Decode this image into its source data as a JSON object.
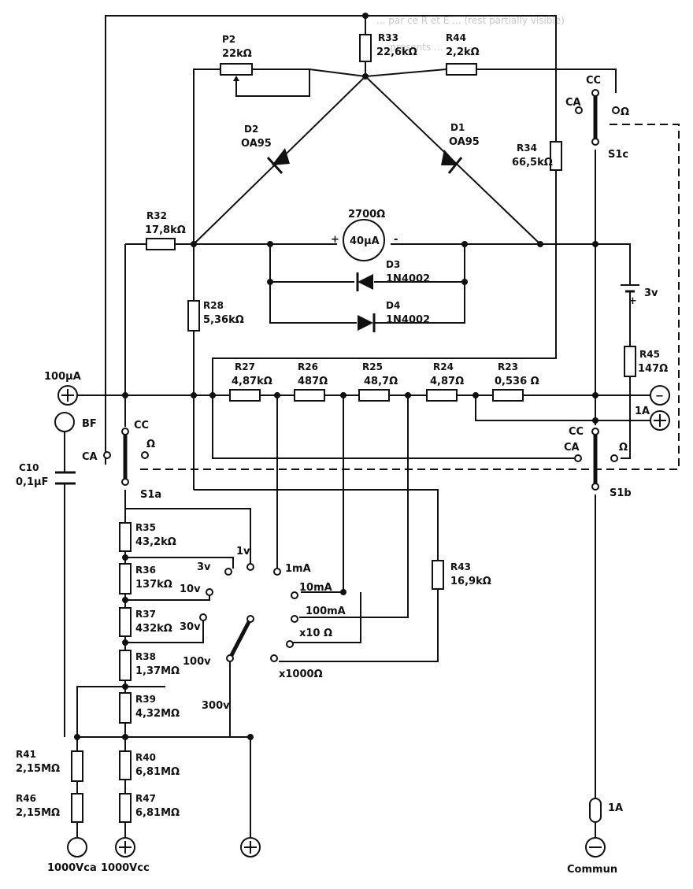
{
  "header_faded_text": [
    "... par ce R et E ... (rest partially visible)",
    "... presents ..."
  ],
  "resistors": {
    "R33": {
      "name": "R33",
      "value": "22,6kΩ"
    },
    "R44": {
      "name": "R44",
      "value": "2,2kΩ"
    },
    "P2": {
      "name": "P2",
      "value": "22kΩ"
    },
    "R34": {
      "name": "R34",
      "value": "66,5kΩ"
    },
    "R32": {
      "name": "R32",
      "value": "17,8kΩ"
    },
    "R28": {
      "name": "R28",
      "value": "5,36kΩ"
    },
    "R45": {
      "name": "R45",
      "value": "147Ω"
    },
    "R27": {
      "name": "R27",
      "value": "4,87kΩ"
    },
    "R26": {
      "name": "R26",
      "value": "487Ω"
    },
    "R25": {
      "name": "R25",
      "value": "48,7Ω"
    },
    "R24": {
      "name": "R24",
      "value": "4,87Ω"
    },
    "R23": {
      "name": "R23",
      "value": "0,536 Ω"
    },
    "R35": {
      "name": "R35",
      "value": "43,2kΩ"
    },
    "R36": {
      "name": "R36",
      "value": "137kΩ"
    },
    "R37": {
      "name": "R37",
      "value": "432kΩ"
    },
    "R38": {
      "name": "R38",
      "value": "1,37MΩ"
    },
    "R39": {
      "name": "R39",
      "value": "4,32MΩ"
    },
    "R40": {
      "name": "R40",
      "value": "6,81MΩ"
    },
    "R47": {
      "name": "R47",
      "value": "6,81MΩ"
    },
    "R41": {
      "name": "R41",
      "value": "2,15MΩ"
    },
    "R46": {
      "name": "R46",
      "value": "2,15MΩ"
    },
    "R43": {
      "name": "R43",
      "value": "16,9kΩ"
    }
  },
  "diodes": {
    "D2": {
      "name": "D2",
      "type": "OA95"
    },
    "D1": {
      "name": "D1",
      "type": "OA95"
    },
    "D3": {
      "name": "D3",
      "type": "1N4002"
    },
    "D4": {
      "name": "D4",
      "type": "1N4002"
    }
  },
  "meter": {
    "resistance": "2700Ω",
    "label": "40µA",
    "plus": "+",
    "minus": "-"
  },
  "capacitor": {
    "name": "C10",
    "value": "0,1µF"
  },
  "battery": {
    "label": "3v",
    "plus": "+"
  },
  "fuse": {
    "label": "1A"
  },
  "switches": {
    "S1a": {
      "name": "S1a",
      "cc": "CC",
      "ca": "CA",
      "ohm": "Ω"
    },
    "S1b": {
      "name": "S1b",
      "cc": "CC",
      "ca": "CA",
      "ohm": "Ω"
    },
    "S1c": {
      "name": "S1c",
      "cc": "CC",
      "ca": "CA",
      "ohm": "Ω"
    }
  },
  "terminals": {
    "t100uA": "100µA",
    "bf": "BF",
    "minus_sym": "−",
    "t1A": "1A",
    "t1000vca": "1000Vca",
    "t1000vcc": "1000Vcc",
    "commun": "Commun"
  },
  "range_labels": {
    "r1v": "1v",
    "r3v": "3v",
    "r10v": "10v",
    "r30v": "30v",
    "r100v": "100v",
    "r300v": "300v",
    "r1ma": "1mA",
    "r10ma": "10mA",
    "r100ma": "100mA",
    "rx10": "x10 Ω",
    "rx1000": "x1000Ω"
  }
}
